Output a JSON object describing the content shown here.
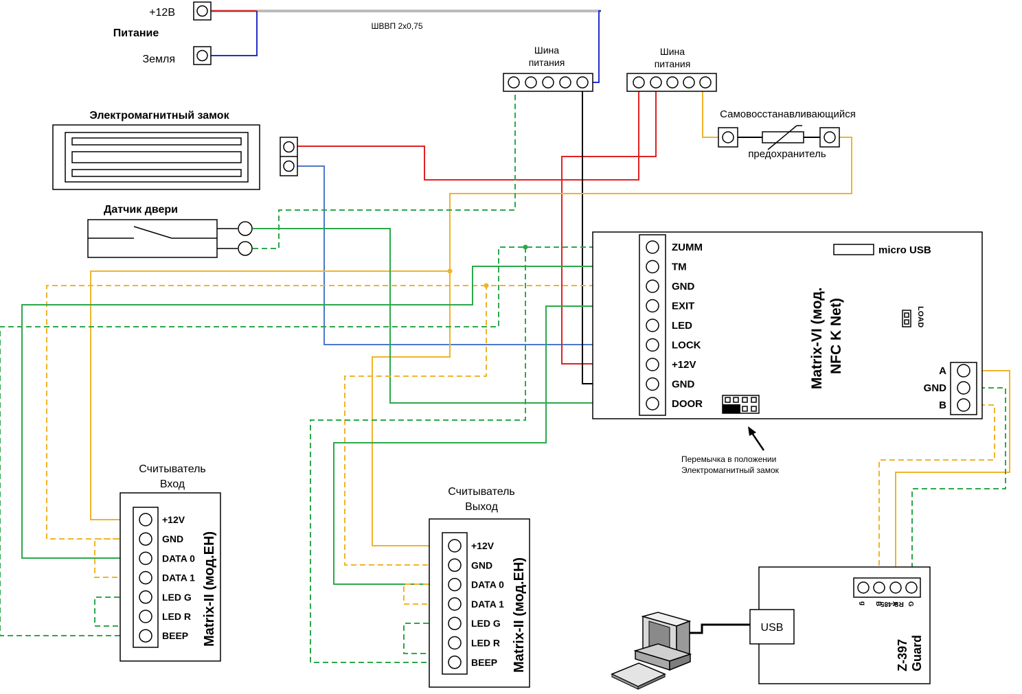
{
  "power": {
    "plus12": "+12В",
    "title": "Питание",
    "ground": "Земля"
  },
  "cable": "ШВВП 2х0,75",
  "bus1": {
    "line1": "Шина",
    "line2": "питания"
  },
  "bus2": {
    "line1": "Шина",
    "line2": "питания"
  },
  "lock": {
    "title": "Электромагнитный замок"
  },
  "door_sensor": {
    "title": "Датчик двери"
  },
  "fuse": {
    "line1": "Самовосстанавливающийся",
    "line2": "предохранитель"
  },
  "controller": {
    "title_line1": "Matrix-VI (мод.",
    "title_line2": "NFC K Net)",
    "micro_usb": "micro USB",
    "load": "LOAD",
    "terminals": [
      "ZUMM",
      "TM",
      "GND",
      "EXIT",
      "LED",
      "LOCK",
      "+12V",
      "GND",
      "DOOR"
    ],
    "rs485_terminals": [
      "A",
      "GND",
      "B"
    ]
  },
  "jumper_note": {
    "line1": "Перемычка в положении",
    "line2": "Электромагнитный замок"
  },
  "reader_in": {
    "caption_line1": "Считыватель",
    "caption_line2": "Вход",
    "model": "Matrix-II (мод.EH)",
    "terminals": [
      "+12V",
      "GND",
      "DATA 0",
      "DATA 1",
      "LED G",
      "LED R",
      "BEEP"
    ]
  },
  "reader_out": {
    "caption_line1": "Считыватель",
    "caption_line2": "Выход",
    "model": "Matrix-II (мод.EH)",
    "terminals": [
      "+12V",
      "GND",
      "DATA 0",
      "DATA 1",
      "LED G",
      "LED R",
      "BEEP"
    ]
  },
  "converter": {
    "model_line1": "Z-397",
    "model_line2": "Guard",
    "usb": "USB",
    "terminal_labels": [
      "g",
      "B",
      "A",
      "G"
    ],
    "rs485": "RS-485"
  },
  "colors": {
    "red": "#e02020",
    "blue": "#2030c8",
    "green": "#2aa84a",
    "yellow": "#f0b429",
    "black": "#000000"
  }
}
